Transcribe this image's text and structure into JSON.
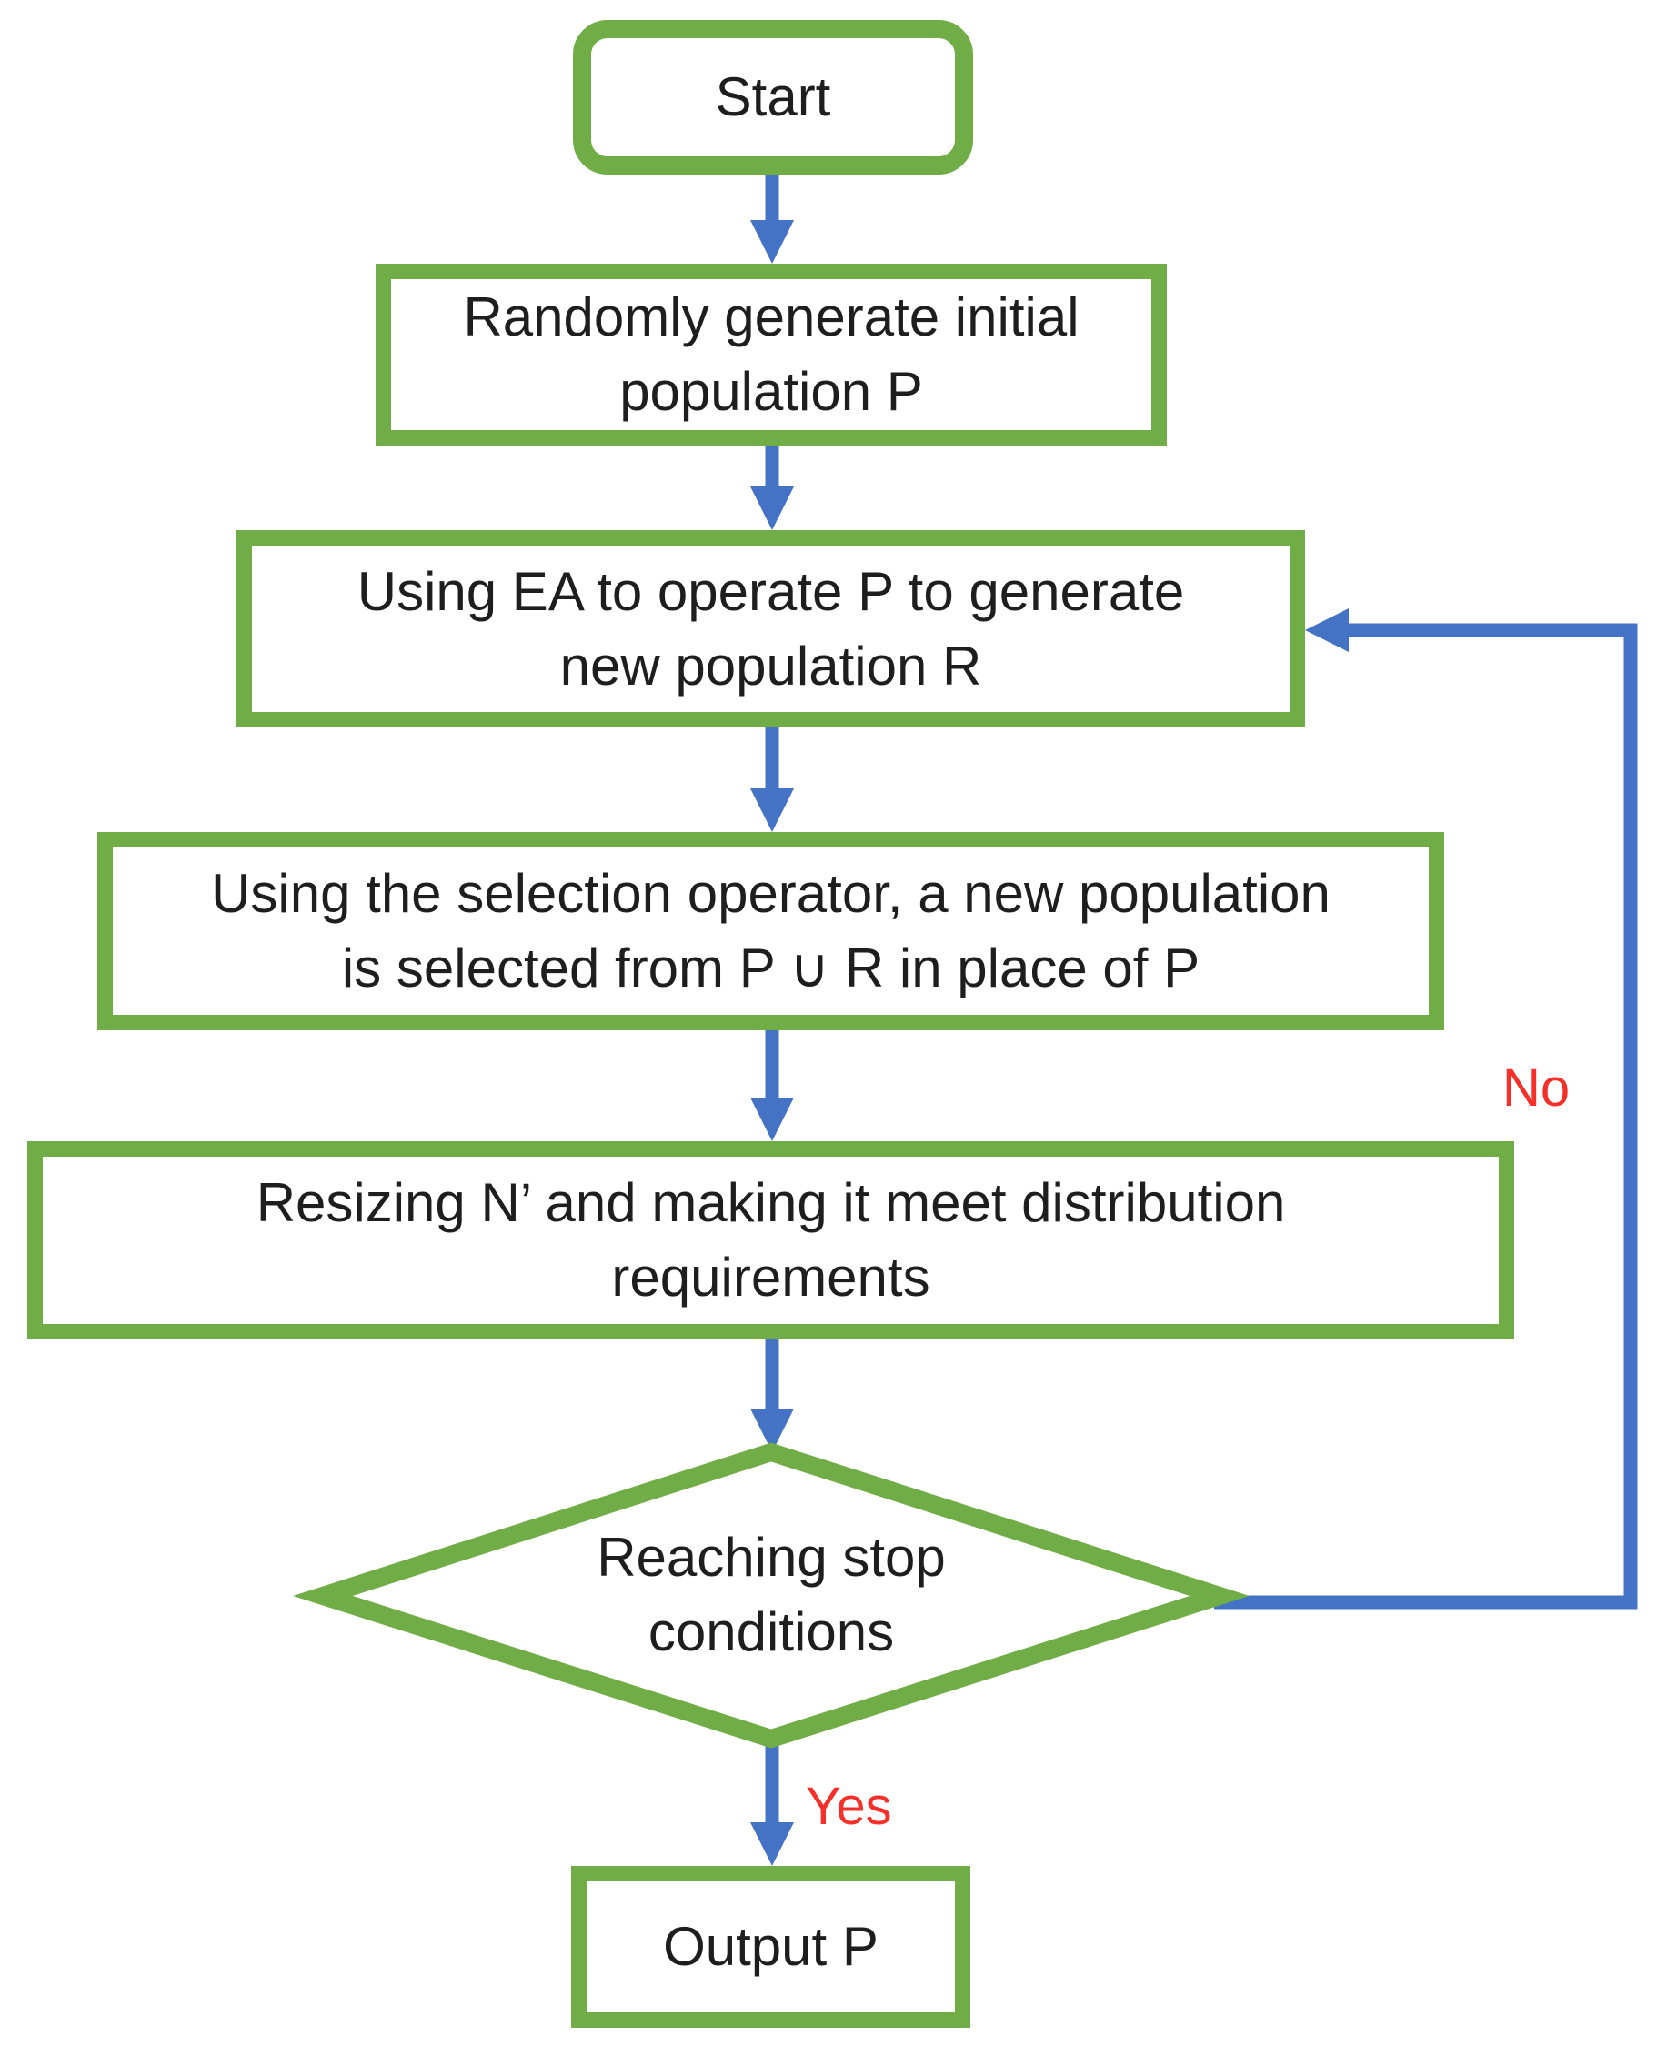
{
  "flowchart": {
    "nodes": {
      "start": {
        "label": "Start",
        "shape": "rounded-rectangle"
      },
      "generate": {
        "label": "Randomly generate initial\npopulation P",
        "shape": "rectangle"
      },
      "ea_operate": {
        "label": "Using EA to operate P to generate\nnew population R",
        "shape": "rectangle"
      },
      "selection": {
        "label": "Using the selection operator, a new population\nis selected from P ∪ R in place of P",
        "shape": "rectangle"
      },
      "resizing": {
        "label": "Resizing N’ and making it meet distribution\nrequirements",
        "shape": "rectangle"
      },
      "stop_check": {
        "label": "Reaching stop\nconditions",
        "shape": "diamond"
      },
      "output": {
        "label": "Output P",
        "shape": "rectangle"
      }
    },
    "edge_labels": {
      "yes": "Yes",
      "no": "No"
    },
    "colors": {
      "node_border": "#70AD47",
      "arrow": "#4472C4",
      "decision_label": "#F5302A",
      "text": "#1E1E1E",
      "background": "#FFFFFF"
    }
  }
}
